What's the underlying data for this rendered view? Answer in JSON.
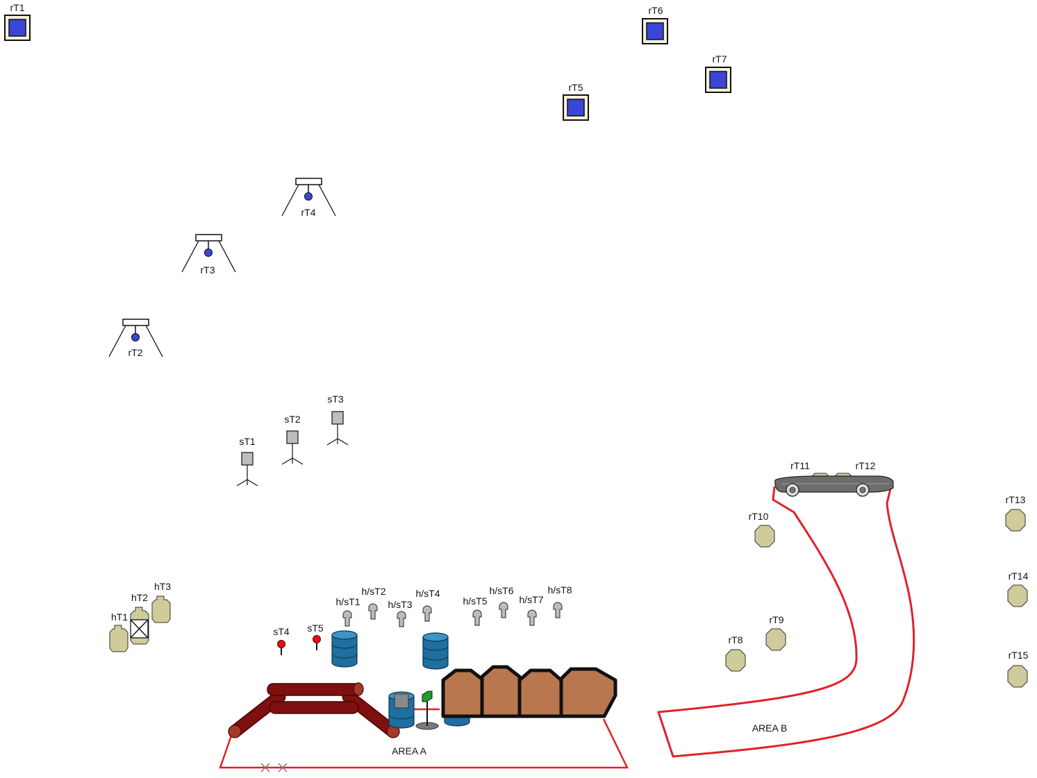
{
  "colors": {
    "blue_target": "#3a46d8",
    "tan_target": "#cfcb9a",
    "area_boundary": "#e0202a",
    "barrel_blue": "#1f6fa0",
    "wall_brown": "#b8774f",
    "log_red": "#7e1010",
    "gray_target": "#bdbdbd",
    "red_target": "#e01010",
    "car_gray": "#6d6d6d"
  },
  "box_targets": [
    {
      "label": "rT1"
    },
    {
      "label": "rT6"
    },
    {
      "label": "rT7"
    },
    {
      "label": "rT5"
    }
  ],
  "gallows_targets": [
    {
      "label": "rT4"
    },
    {
      "label": "rT3"
    },
    {
      "label": "rT2"
    }
  ],
  "stand_targets": [
    {
      "label": "sT1"
    },
    {
      "label": "sT2"
    },
    {
      "label": "sT3"
    }
  ],
  "small_red_targets": [
    {
      "label": "sT4"
    },
    {
      "label": "sT5"
    }
  ],
  "hostage_targets": [
    {
      "label": "hT1"
    },
    {
      "label": "hT2"
    },
    {
      "label": "hT3"
    }
  ],
  "pop_targets": [
    {
      "label": "h/sT1"
    },
    {
      "label": "h/sT2"
    },
    {
      "label": "h/sT3"
    },
    {
      "label": "h/sT4"
    },
    {
      "label": "h/sT5"
    },
    {
      "label": "h/sT6"
    },
    {
      "label": "h/sT7"
    },
    {
      "label": "h/sT8"
    }
  ],
  "octagon_targets": [
    {
      "label": "rT8"
    },
    {
      "label": "rT9"
    },
    {
      "label": "rT10"
    },
    {
      "label": "rT11"
    },
    {
      "label": "rT12"
    },
    {
      "label": "rT13"
    },
    {
      "label": "rT14"
    },
    {
      "label": "rT15"
    }
  ],
  "areas": {
    "area_a": "AREA A",
    "area_b": "AREA B"
  }
}
